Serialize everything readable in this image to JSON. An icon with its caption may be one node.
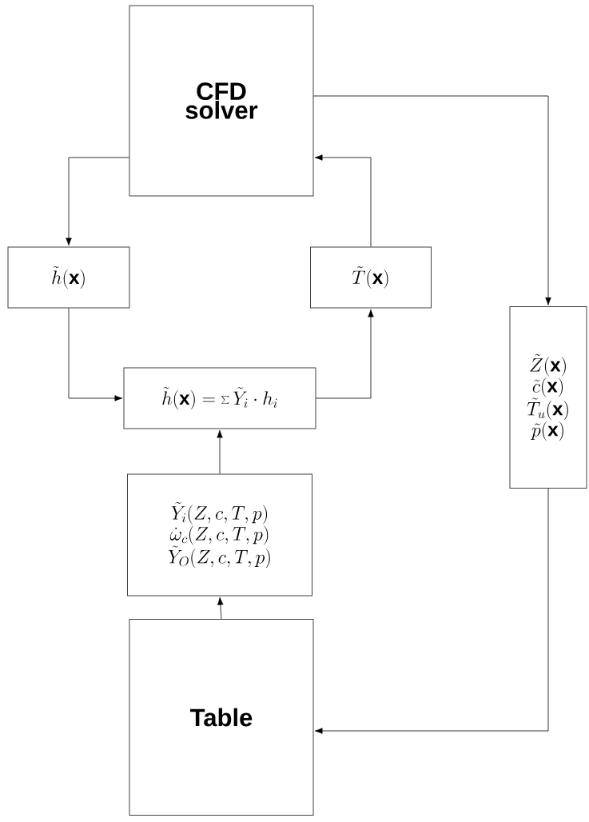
{
  "diagram": {
    "nodes": [
      {
        "text": [
          "CFD solver"
        ]
      },
      {
        "text": [
          "\\tilde{h}(\\mathbf{x})"
        ]
      },
      {
        "text": [
          "\\tilde{T}(\\mathbf{x})"
        ]
      },
      {
        "text": [
          "\\tilde{Z}(\\mathbf{x})",
          "\\tilde{c}(\\mathbf{x})",
          "\\tilde{T}_u(\\mathbf{x})",
          "\\tilde{p}(\\mathbf{x})"
        ]
      },
      {
        "text": [
          "\\tilde{h}(\\mathbf{x}) = \\sum \\tilde{Y}_i \\cdot h_i"
        ]
      },
      {
        "text": [
          "\\tilde{Y}_i(Z,c,T,p)",
          "\\dot{\\omega}_c(Z,c,T,p)",
          "\\tilde{Y}_O(Z,c,T,p)"
        ]
      },
      {
        "text": [
          "Table"
        ]
      }
    ],
    "edges": [
      {
        "from": 0,
        "to": 1,
        "arrow": "to"
      },
      {
        "from": 1,
        "to": 4,
        "arrow": "to"
      },
      {
        "from": 4,
        "to": 2,
        "arrow": "to"
      },
      {
        "from": 2,
        "to": 0,
        "arrow": "to"
      },
      {
        "from": 0,
        "to": 3,
        "arrow": "to"
      },
      {
        "from": 3,
        "to": 6,
        "arrow": "to"
      },
      {
        "from": 5,
        "to": 4,
        "arrow": "to"
      },
      {
        "from": 6,
        "to": 5,
        "arrow": "to"
      }
    ]
  }
}
